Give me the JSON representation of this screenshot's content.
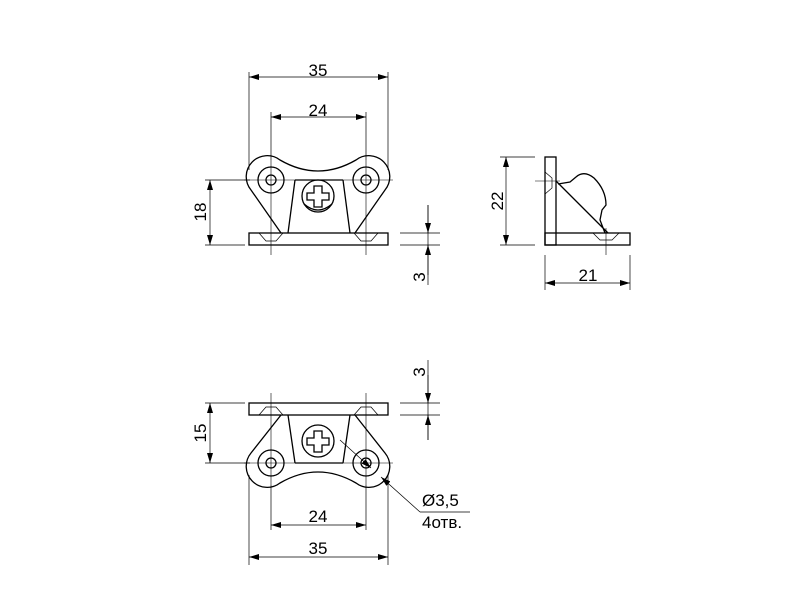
{
  "top_view": {
    "width_total": "35",
    "hole_spacing": "24",
    "height": "18",
    "plate_thickness": "3"
  },
  "side_view": {
    "height": "22",
    "depth": "21"
  },
  "bottom_view": {
    "width_total": "35",
    "hole_spacing": "24",
    "height": "15",
    "plate_thickness": "3",
    "hole_diameter": "Ø3,5",
    "hole_count": "4отв."
  }
}
